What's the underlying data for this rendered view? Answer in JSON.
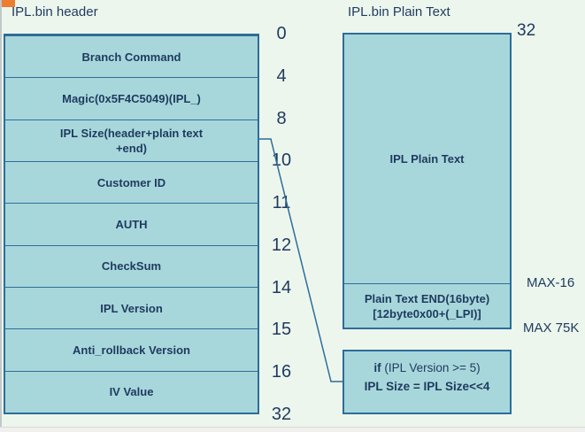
{
  "colors": {
    "background": "#edf6ed",
    "box_fill": "#a8d7db",
    "box_border": "#2d6d99",
    "text": "#1e3a5f",
    "accent_orange": "#ed7d31"
  },
  "left": {
    "title": "IPL.bin header",
    "rows": [
      "Branch Command",
      "Magic(0x5F4C5049)(IPL_)",
      "IPL Size(header+plain text\n+end)",
      "Customer ID",
      "AUTH",
      "CheckSum",
      "IPL Version",
      "Anti_rollback Version",
      "IV Value"
    ],
    "offsets": [
      "0",
      "4",
      "8",
      "10",
      "11",
      "12",
      "14",
      "15",
      "16",
      "32"
    ]
  },
  "right": {
    "title": "IPL.bin Plain Text",
    "size_label": "32",
    "main_label": "IPL Plain Text",
    "end_label_line1": "Plain Text END(16byte)",
    "end_label_line2": "[12byte0x00+(_LPI)]",
    "max_minus_16": "MAX-16",
    "max_75k": "MAX 75K"
  },
  "note": {
    "line1_keyword": "if",
    "line1_rest": " (IPL Version >= 5)",
    "line2": "IPL Size = IPL Size<<4"
  }
}
